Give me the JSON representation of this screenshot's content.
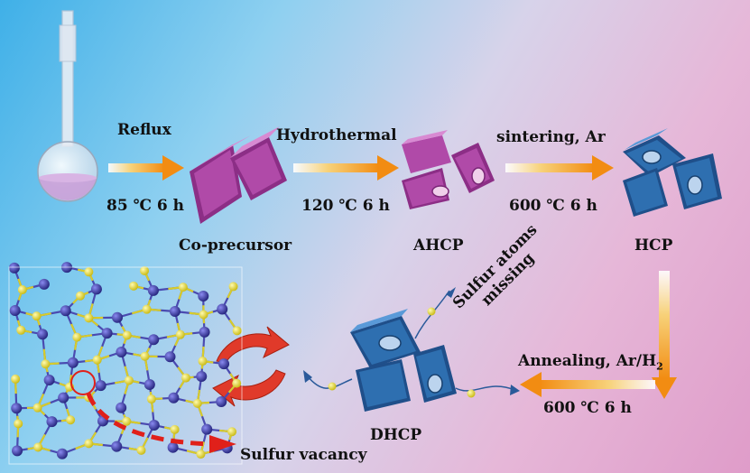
{
  "steps": {
    "reflux": {
      "label": "Reflux",
      "condition": "85 ℃  6 h"
    },
    "hydrothermal": {
      "label": "Hydrothermal",
      "condition": "120 ℃ 6 h"
    },
    "sintering": {
      "label": "sintering, Ar",
      "condition": "600 ℃ 6 h"
    },
    "annealing": {
      "label": "Annealing, Ar/H",
      "label_sub": "2",
      "condition": "600 ℃ 6 h"
    }
  },
  "products": {
    "co_precursor": "Co-precursor",
    "ahcp": "AHCP",
    "hcp": "HCP",
    "dhcp": "DHCP"
  },
  "annotations": {
    "sulfur_missing_line1": "Sulfur atoms",
    "sulfur_missing_line2": "missing",
    "sulfur_vacancy": "Sulfur vacancy"
  },
  "colors": {
    "precursor": "#b04aa8",
    "hollow": "#2e6fb0",
    "cobalt_atom": "#3a3a9a",
    "sulfur_atom": "#e8dc3a",
    "arrow": "#f2a01a",
    "cycle_arrow": "#e03a2a"
  }
}
